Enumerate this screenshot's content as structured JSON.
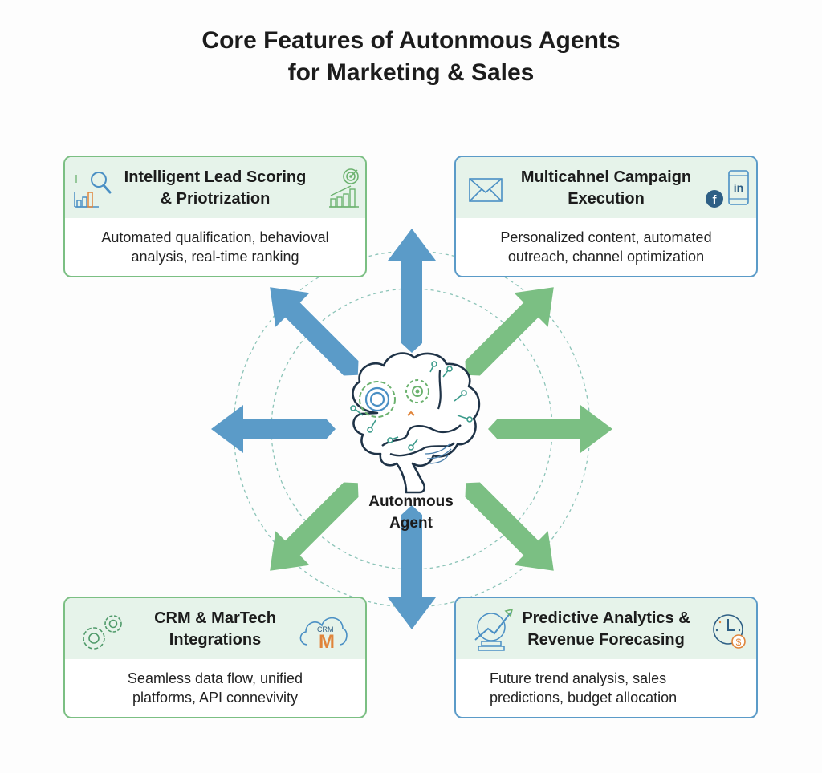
{
  "title": {
    "line1": "Core Features of Autonmous Agents",
    "line2": "for Marketing & Sales"
  },
  "center": {
    "icon": "brain-circuit-gears-icon",
    "label_line1": "Autonmous",
    "label_line2": "Agent"
  },
  "colors": {
    "blue": "#5b9bc8",
    "green": "#7bbf83",
    "card_header_bg": "#e6f3ea",
    "orange": "#e0843a",
    "brain_outline": "#1f3347"
  },
  "cards": [
    {
      "id": "lead-scoring",
      "title_line1": "Intelligent Lead Scoring",
      "title_line2": "& Priotrization",
      "desc_line1": "Automated qualification, behavioval",
      "desc_line2": "analysis, real-time ranking",
      "icons": [
        "bar-chart-magnifier-icon",
        "target-growth-chart-icon"
      ],
      "border": "green"
    },
    {
      "id": "campaign-execution",
      "title_line1": "Multicahnel Campaign",
      "title_line2": "Execution",
      "desc_line1": "Personalized content, automated",
      "desc_line2": "outreach, channel optimization",
      "icons": [
        "envelope-icon",
        "facebook-icon",
        "linkedin-phone-icon"
      ],
      "border": "blue"
    },
    {
      "id": "crm-integrations",
      "title_line1": "CRM & MarTech",
      "title_line2": "Integrations",
      "desc_line1": "Seamless data flow, unified",
      "desc_line2": "platforms, API connevivity",
      "icons": [
        "gears-icon",
        "crm-cloud-icon"
      ],
      "border": "green",
      "cloud_text": "CRM",
      "cloud_letter": "M"
    },
    {
      "id": "predictive-analytics",
      "title_line1": "Predictive Analytics &",
      "title_line2": "Revenue Forecasing",
      "desc_line1": "Future trend analysis, sales",
      "desc_line2": "predictions, budget allocation",
      "icons": [
        "crystal-ball-trend-icon",
        "clock-dollar-icon"
      ],
      "border": "blue",
      "dollar_symbol": "$"
    }
  ],
  "arrows": [
    {
      "direction": "up",
      "color": "blue"
    },
    {
      "direction": "up-right",
      "color": "green"
    },
    {
      "direction": "right",
      "color": "green"
    },
    {
      "direction": "down-right",
      "color": "green"
    },
    {
      "direction": "down",
      "color": "blue"
    },
    {
      "direction": "down-left",
      "color": "green"
    },
    {
      "direction": "left",
      "color": "blue"
    },
    {
      "direction": "up-left",
      "color": "blue"
    }
  ]
}
